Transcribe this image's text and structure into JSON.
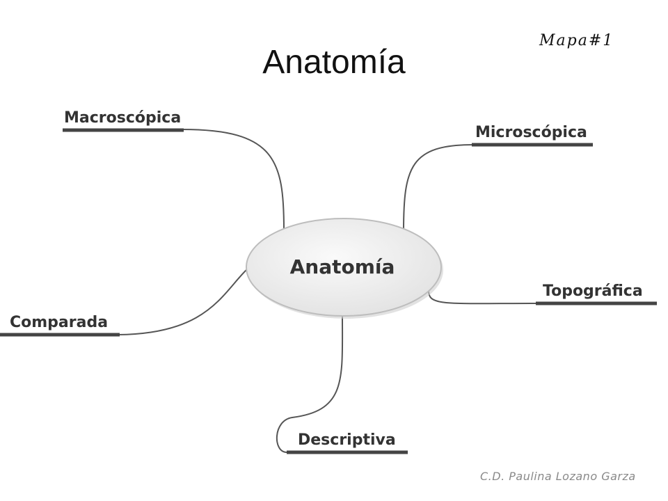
{
  "slide": {
    "title": "Anatomía",
    "map_tag": "Mapa#1",
    "credit": "C.D. Paulina Lozano Garza"
  },
  "mindmap": {
    "central_topic": "Anatomía",
    "branches": [
      {
        "label": "Macroscópica"
      },
      {
        "label": "Microscópica"
      },
      {
        "label": "Topográfica"
      },
      {
        "label": "Comparada"
      },
      {
        "label": "Descriptiva"
      }
    ]
  },
  "colors": {
    "node_fill": "#ececec",
    "node_stroke": "#bdbdbd",
    "text": "#333333",
    "credit": "#8a8a8a"
  }
}
